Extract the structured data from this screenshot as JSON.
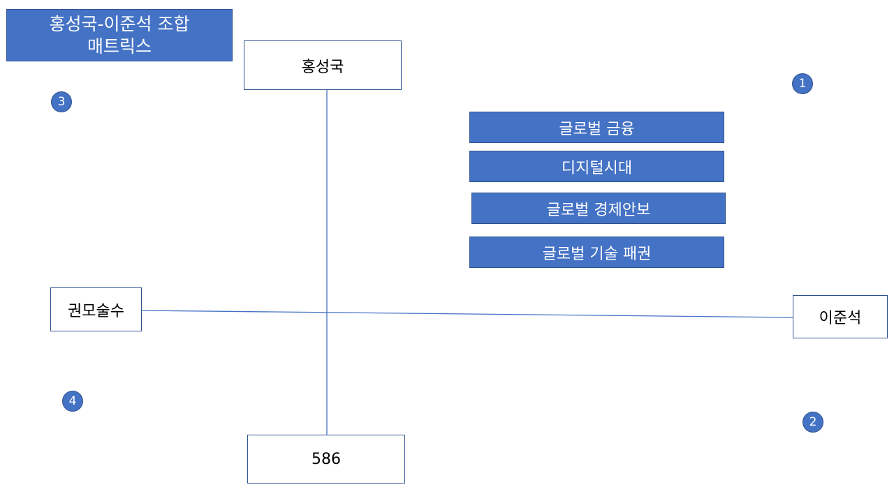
{
  "title": "홍성국-이준석 조합\n매트릭스",
  "axes": {
    "top": "홍성국",
    "bottom": "586",
    "left": "권모술수",
    "right": "이준석"
  },
  "themes": [
    "글로벌 금융",
    "디지털시대",
    "글로벌 경제안보",
    "글로벌 기술 패권"
  ],
  "quadrants": [
    "1",
    "2",
    "3",
    "4"
  ],
  "colors": {
    "fill": "#4472C4",
    "border": "#2F528F",
    "axis_line": "#4472C4"
  }
}
